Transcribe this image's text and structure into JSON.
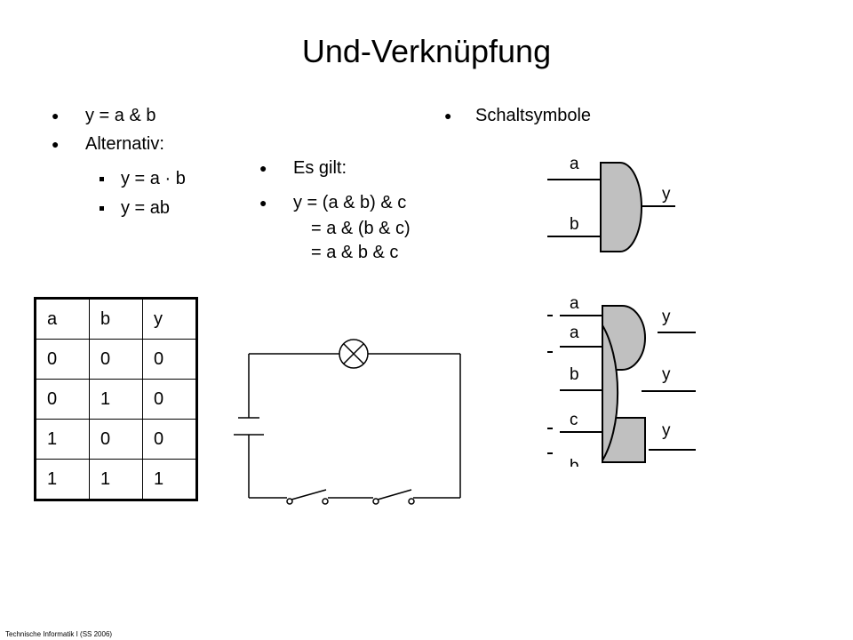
{
  "title": "Und-Verknüpfung",
  "left_bullets": {
    "main1": "y = a & b",
    "main2": "Alternativ:",
    "sub1": "y = a · b",
    "sub2": "y = ab"
  },
  "middle_bullets": {
    "b1": "Es gilt:",
    "b2_line1": "y = (a & b) & c",
    "b2_line2": "= a & (b & c)",
    "b2_line3": "= a & b & c"
  },
  "right_bullets": {
    "b1": "Schaltsymbole"
  },
  "gate1": {
    "in_a": "a",
    "in_b": "b",
    "out": "y"
  },
  "gate2": {
    "labels_left": [
      "a",
      "a",
      "b",
      "c",
      "b"
    ],
    "labels_right": [
      "y",
      "y",
      "y"
    ]
  },
  "truth_table": {
    "headers": [
      "a",
      "b",
      "y"
    ],
    "rows": [
      [
        "0",
        "0",
        "0"
      ],
      [
        "0",
        "1",
        "0"
      ],
      [
        "1",
        "0",
        "0"
      ],
      [
        "1",
        "1",
        "1"
      ]
    ]
  },
  "footer": "Technische Informatik I (SS 2006)"
}
